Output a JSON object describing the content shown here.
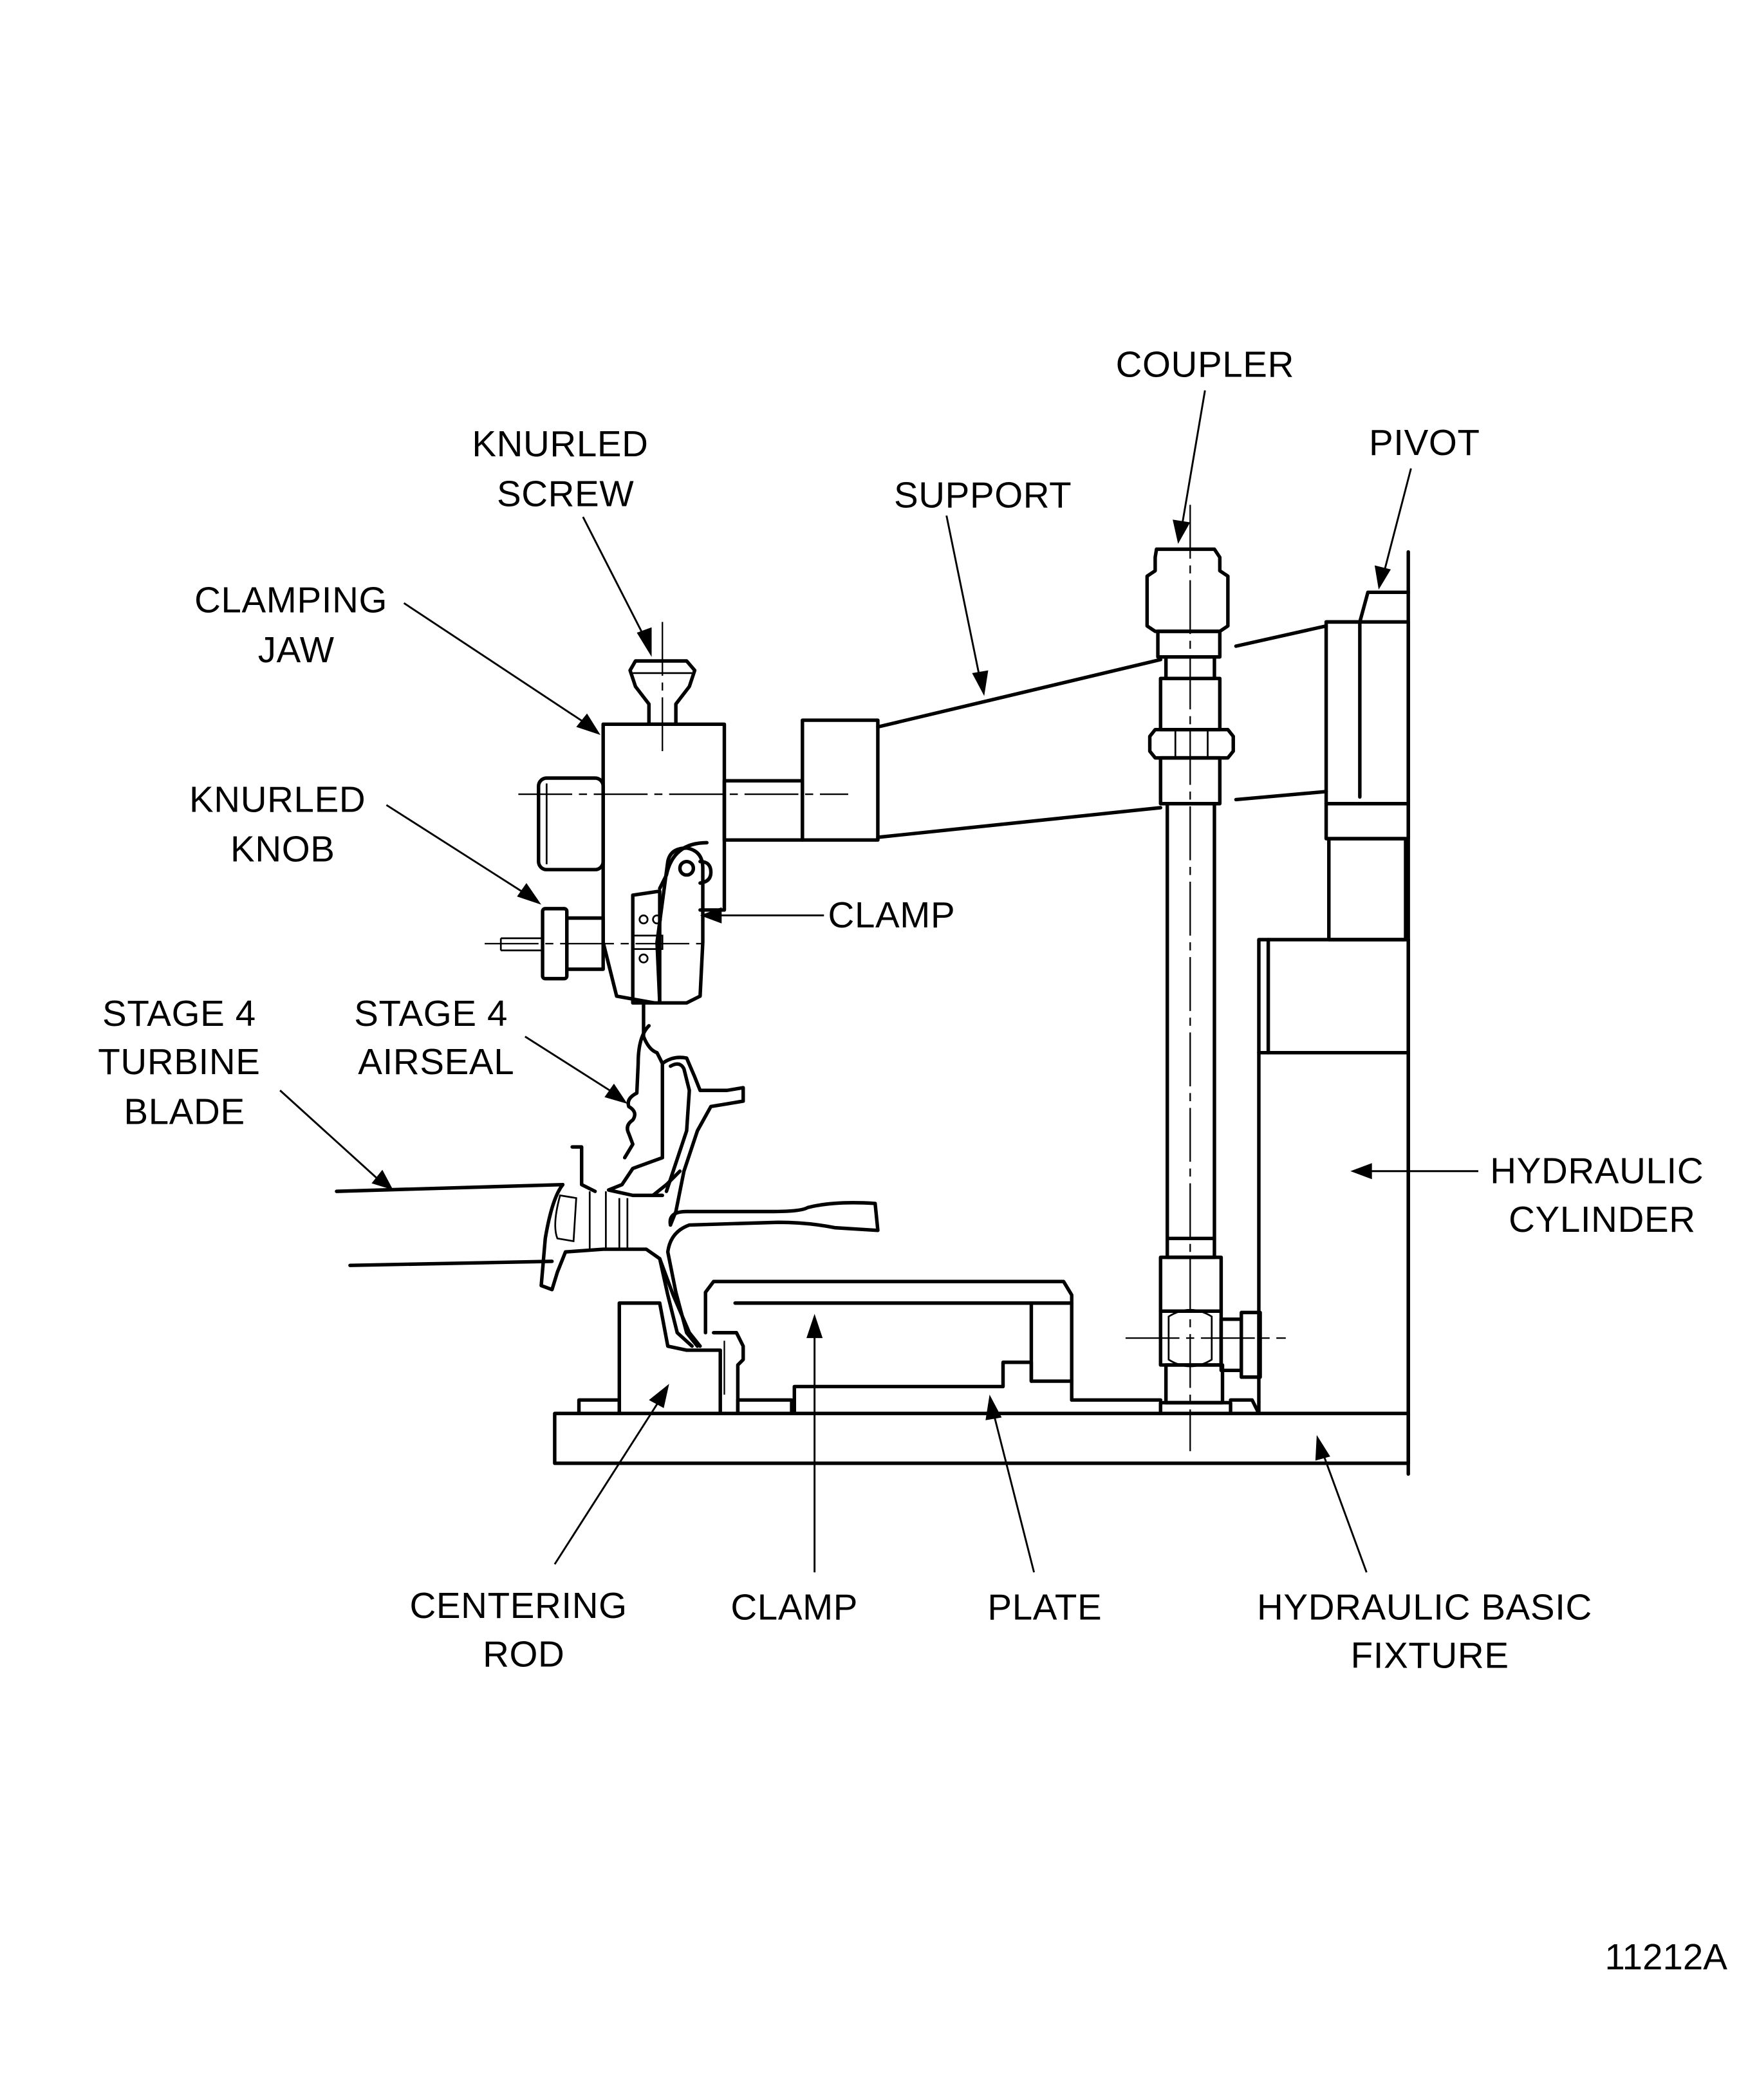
{
  "figure": {
    "figure_number": "11212A",
    "subject": "Stage 4 turbine blade / airseal hydraulic fixture setup"
  },
  "labels": {
    "knurled_screw": [
      "KNURLED",
      "SCREW"
    ],
    "clamping_jaw": [
      "CLAMPING",
      "JAW"
    ],
    "knurled_knob": [
      "KNURLED",
      "KNOB"
    ],
    "clamp_upper": [
      "CLAMP"
    ],
    "stage4_turbine_blade": [
      "STAGE 4",
      "TURBINE",
      "BLADE"
    ],
    "stage4_airseal": [
      "STAGE 4",
      "AIRSEAL"
    ],
    "support": [
      "SUPPORT"
    ],
    "coupler": [
      "COUPLER"
    ],
    "pivot": [
      "PIVOT"
    ],
    "hydraulic_cylinder": [
      "HYDRAULIC",
      "CYLINDER"
    ],
    "centering_rod": [
      "CENTERING",
      "ROD"
    ],
    "clamp_lower": [
      "CLAMP"
    ],
    "plate": [
      "PLATE"
    ],
    "hydraulic_basic_fixture": [
      "HYDRAULIC BASIC",
      "FIXTURE"
    ]
  }
}
